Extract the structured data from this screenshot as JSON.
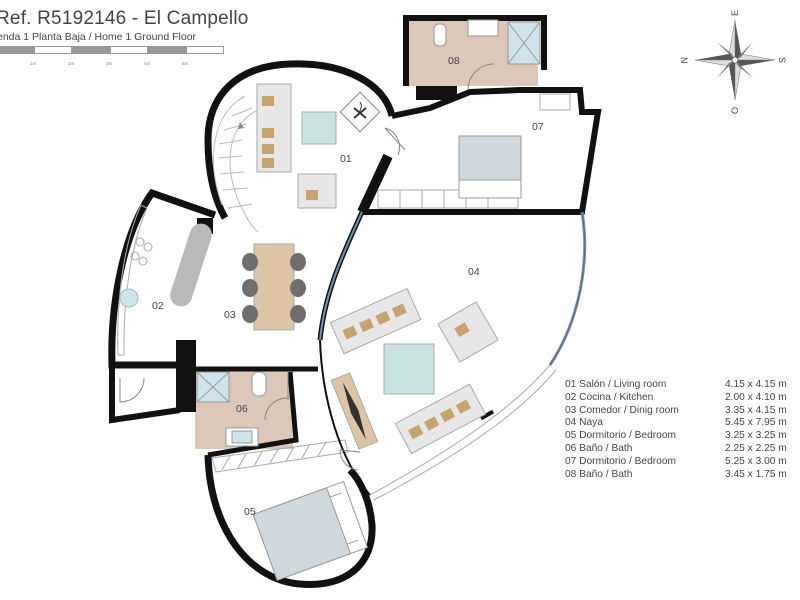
{
  "header": {
    "title": "Ref. R5192146 - El Campello",
    "subtitle": "enda 1 Planta Baja / Home 1 Ground Floor"
  },
  "scale": {
    "labels": [
      "1m",
      "2m",
      "3m",
      "4m",
      "5m"
    ]
  },
  "rooms": [
    {
      "id": "01",
      "label": "01"
    },
    {
      "id": "02",
      "label": "02"
    },
    {
      "id": "03",
      "label": "03"
    },
    {
      "id": "04",
      "label": "04"
    },
    {
      "id": "05",
      "label": "05"
    },
    {
      "id": "06",
      "label": "06"
    },
    {
      "id": "07",
      "label": "07"
    },
    {
      "id": "08",
      "label": "08"
    }
  ],
  "legend": [
    {
      "name": "01 Salón / Living room",
      "dims": "4.15 x 4.15 m"
    },
    {
      "name": "02 Cocina / Kitchen",
      "dims": "2.00 x 4.10 m"
    },
    {
      "name": "03 Comedor / Dinig room",
      "dims": "3.35 x 4.15 m"
    },
    {
      "name": "04 Naya",
      "dims": "5.45 x 7.95 m"
    },
    {
      "name": "05 Dormitorio / Bedroom",
      "dims": "3.25 x 3.25 m"
    },
    {
      "name": "06 Baño / Bath",
      "dims": "2.25 x 2.25 m"
    },
    {
      "name": "07 Dormitorio / Bedroom",
      "dims": "5.25 x 3.00 m"
    },
    {
      "name": "08 Baño / Bath",
      "dims": "3.45 x 1.75 m"
    }
  ],
  "compass": {
    "north": "N",
    "south": "S",
    "east": "E",
    "west": "O"
  },
  "colors": {
    "wall": "#111111",
    "bath_floor": "#dcc7b9",
    "glass": "#6f93b8",
    "rug": "#c9e3e1",
    "cushion": "#c7a46f",
    "sofa": "#e7e7e7",
    "table_wood": "#dcc4a5",
    "chair": "#6e6e6e"
  }
}
